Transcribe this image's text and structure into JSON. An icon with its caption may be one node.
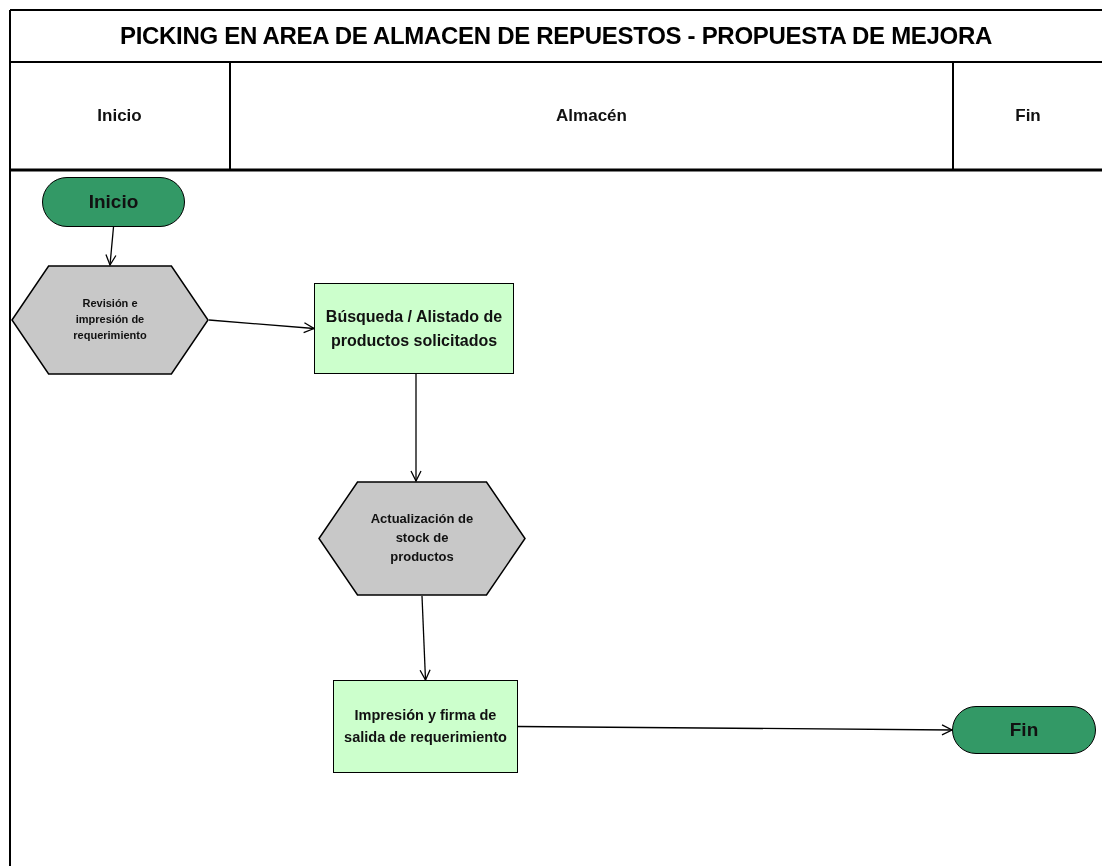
{
  "diagram": {
    "title": "PICKING EN AREA DE ALMACEN DE REPUESTOS - PROPUESTA DE MEJORA",
    "nodes": [
      {
        "text": [
          "Inicio"
        ]
      },
      {
        "text": [
          "Almacén"
        ]
      },
      {
        "text": [
          "Fin"
        ]
      },
      {
        "text": [
          "Inicio"
        ]
      },
      {
        "text": [
          "Revisión e impresión de requerimiento"
        ]
      },
      {
        "text": [
          "Búsqueda / Alistado de productos solicitados"
        ]
      },
      {
        "text": [
          "Actualización de stock de productos"
        ]
      },
      {
        "text": [
          "Impresión y firma de salida de requerimiento"
        ]
      },
      {
        "text": [
          "Fin"
        ]
      }
    ],
    "edges": [
      {
        "from": 3,
        "to": 4,
        "arrow": "to"
      },
      {
        "from": 4,
        "to": 5,
        "arrow": "to"
      },
      {
        "from": 5,
        "to": 6,
        "arrow": "to"
      },
      {
        "from": 6,
        "to": 7,
        "arrow": "to"
      },
      {
        "from": 7,
        "to": 8,
        "arrow": "to"
      }
    ]
  }
}
